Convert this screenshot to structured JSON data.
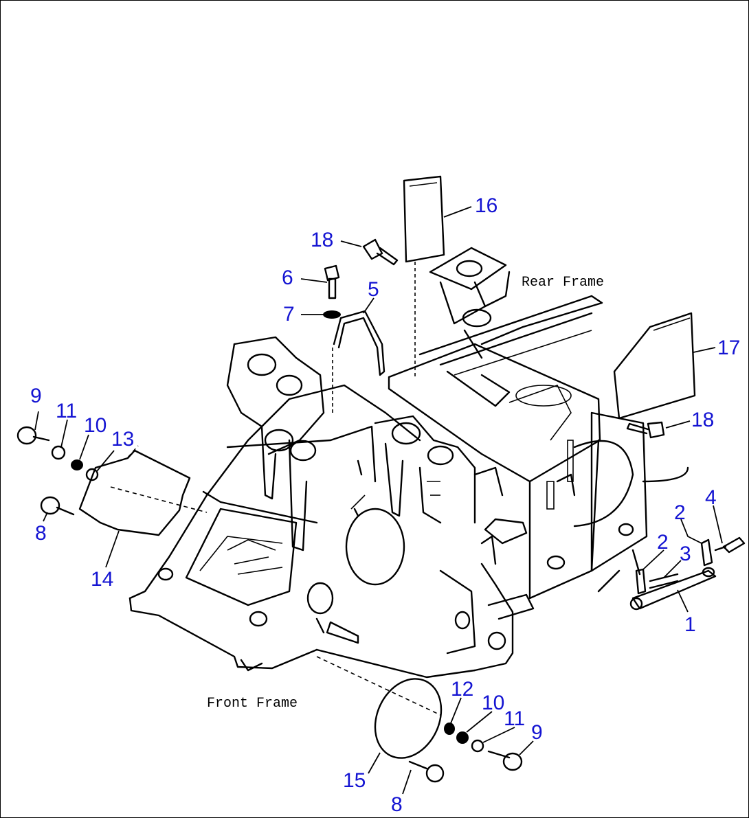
{
  "labels": {
    "front_frame": "Front Frame",
    "rear_frame": "Rear Frame"
  },
  "callouts": {
    "c1": "1",
    "c2a": "2",
    "c2b": "2",
    "c3": "3",
    "c4": "4",
    "c5": "5",
    "c6": "6",
    "c7": "7",
    "c8a": "8",
    "c8b": "8",
    "c9a": "9",
    "c9b": "9",
    "c10a": "10",
    "c10b": "10",
    "c11a": "11",
    "c11b": "11",
    "c12": "12",
    "c13": "13",
    "c14": "14",
    "c15": "15",
    "c16": "16",
    "c17": "17",
    "c18a": "18",
    "c18b": "18"
  },
  "colors": {
    "callout": "#1414d2",
    "linework": "#000000"
  }
}
